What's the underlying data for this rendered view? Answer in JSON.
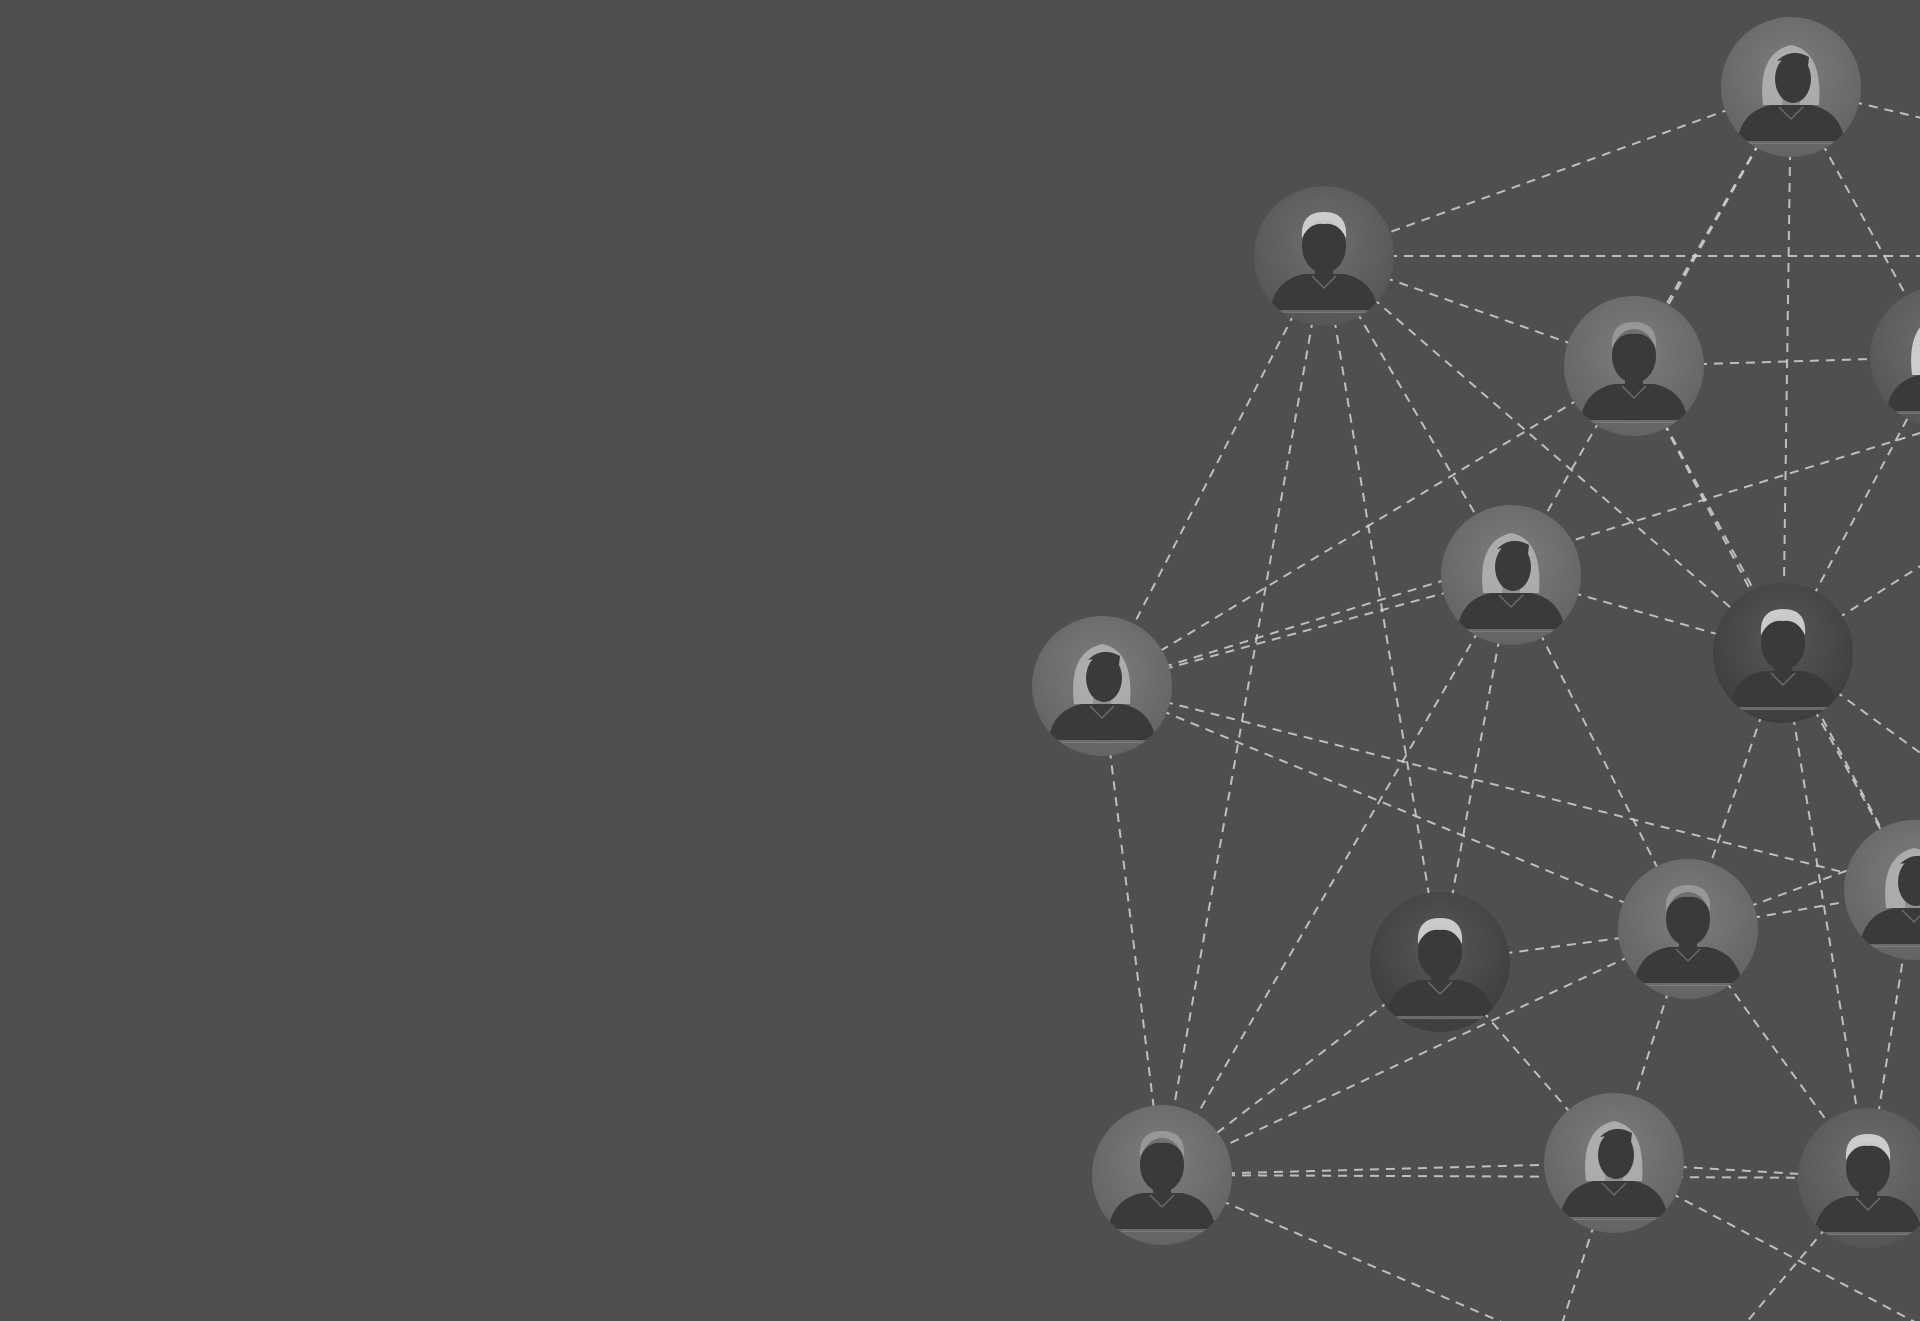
{
  "scene": {
    "description_tags": [
      "network-illustration",
      "people-avatars"
    ],
    "colors": {
      "background": "#4f4f4f",
      "connector": "#d2d2d2",
      "node_light": "#6f6f6f",
      "node_mid": "#5f5f5f",
      "node_dark": "#454545",
      "silhouette": "#3a3a3a",
      "hair_highlight": "#d8d8d8"
    }
  },
  "nodes": [
    {
      "id": "n1",
      "variant": "woman",
      "shade": "light"
    },
    {
      "id": "n2",
      "variant": "man",
      "shade": "mid"
    },
    {
      "id": "n3",
      "variant": "man",
      "shade": "light"
    },
    {
      "id": "n4",
      "variant": "woman",
      "shade": "light"
    },
    {
      "id": "n5",
      "variant": "woman",
      "shade": "light"
    },
    {
      "id": "n6",
      "variant": "man",
      "shade": "dark"
    },
    {
      "id": "n7",
      "variant": "man",
      "shade": "dark"
    },
    {
      "id": "n8",
      "variant": "man",
      "shade": "light"
    },
    {
      "id": "n9",
      "variant": "man",
      "shade": "light"
    },
    {
      "id": "n10",
      "variant": "woman",
      "shade": "light"
    },
    {
      "id": "n11",
      "variant": "man",
      "shade": "mid"
    },
    {
      "id": "n12",
      "variant": "woman",
      "shade": "light"
    },
    {
      "id": "n13",
      "variant": "woman",
      "shade": "mid"
    }
  ],
  "edges": [
    [
      "n1",
      "n2"
    ],
    [
      "n1",
      "n3"
    ],
    [
      "n1",
      "n5"
    ],
    [
      "n1",
      "n6"
    ],
    [
      "n1",
      "n13"
    ],
    [
      "n2",
      "n3"
    ],
    [
      "n2",
      "n5"
    ],
    [
      "n2",
      "n4"
    ],
    [
      "n2",
      "n6"
    ],
    [
      "n2",
      "n7"
    ],
    [
      "n2",
      "n9"
    ],
    [
      "n3",
      "n4"
    ],
    [
      "n3",
      "n6"
    ],
    [
      "n3",
      "n12"
    ],
    [
      "n3",
      "n13"
    ],
    [
      "n4",
      "n5"
    ],
    [
      "n4",
      "n9"
    ],
    [
      "n4",
      "n8"
    ],
    [
      "n4",
      "n12"
    ],
    [
      "n5",
      "n6"
    ],
    [
      "n5",
      "n8"
    ],
    [
      "n5",
      "n9"
    ],
    [
      "n5",
      "n7"
    ],
    [
      "n6",
      "n8"
    ],
    [
      "n6",
      "n11"
    ],
    [
      "n6",
      "n12"
    ],
    [
      "n6",
      "n13"
    ],
    [
      "n7",
      "n9"
    ],
    [
      "n7",
      "n10"
    ],
    [
      "n7",
      "n8"
    ],
    [
      "n8",
      "n9"
    ],
    [
      "n8",
      "n11"
    ],
    [
      "n8",
      "n12"
    ],
    [
      "n8",
      "n10"
    ],
    [
      "n9",
      "n10"
    ],
    [
      "n9",
      "n11"
    ],
    [
      "n10",
      "n11"
    ],
    [
      "n11",
      "n12"
    ]
  ]
}
